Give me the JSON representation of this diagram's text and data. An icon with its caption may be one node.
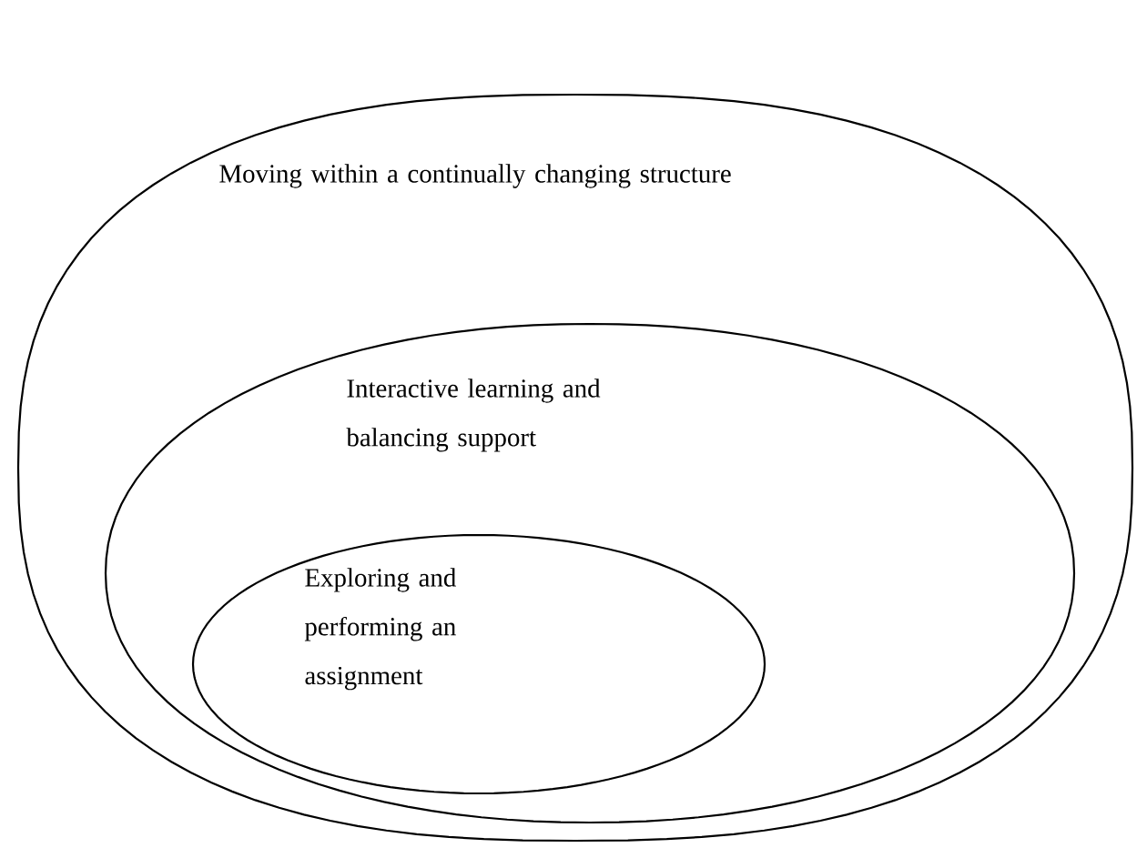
{
  "diagram": {
    "nodes": [
      {
        "text": [
          "Moving within a continually changing structure"
        ]
      },
      {
        "text": [
          "Interactive learning and balancing support"
        ],
        "in": 0
      },
      {
        "text": [
          "Exploring and performing an assignment"
        ],
        "in": 1
      }
    ]
  }
}
